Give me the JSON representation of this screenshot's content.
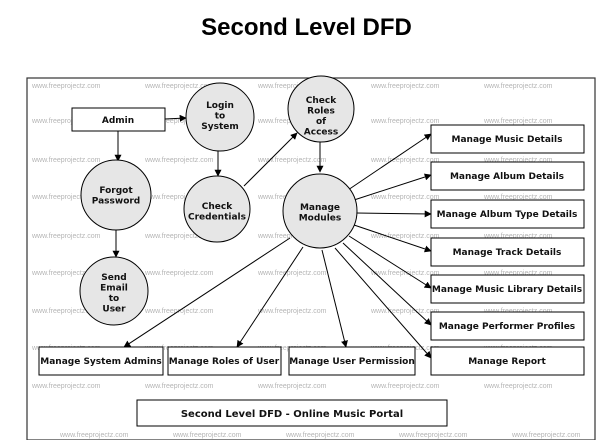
{
  "title": "Second Level DFD",
  "watermark": "www.freeprojectz.com",
  "footer": "Second Level DFD - Online Music Portal",
  "nodes": {
    "admin": [
      "Admin"
    ],
    "login": [
      "Login",
      "to",
      "System"
    ],
    "check_roles": [
      "Check",
      "Roles",
      "of",
      "Access"
    ],
    "forgot_password": [
      "Forgot",
      "Password"
    ],
    "check_credentials": [
      "Check",
      "Credentials"
    ],
    "manage_modules": [
      "Manage",
      "Modules"
    ],
    "send_email": [
      "Send",
      "Email",
      "to",
      "User"
    ],
    "music_details": [
      "Manage Music Details"
    ],
    "album_details": [
      "Manage Album Details"
    ],
    "album_type_details": [
      "Manage Album Type Details"
    ],
    "track_details": [
      "Manage Track Details"
    ],
    "music_library_details": [
      "Manage Music Library Details"
    ],
    "performer_profiles": [
      "Manage Performer Profiles"
    ],
    "report": [
      "Manage Report"
    ],
    "system_admins": [
      "Manage System Admins"
    ],
    "roles_of_user": [
      "Manage Roles of User"
    ],
    "user_permission": [
      "Manage User Permission"
    ]
  }
}
